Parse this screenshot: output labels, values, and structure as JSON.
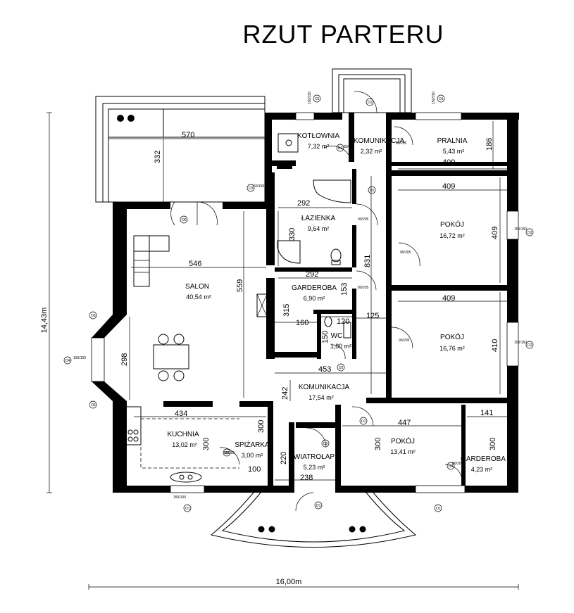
{
  "title": "RZUT PARTERU",
  "overall": {
    "width": "16,00m",
    "height": "14,43m"
  },
  "rooms": [
    {
      "id": "kotlownia",
      "name": "KOTŁOWNIA",
      "area": "7,32 m²"
    },
    {
      "id": "komunikacja1",
      "name": "KOMUNIKACJA",
      "area": "2,32 m²"
    },
    {
      "id": "pralnia",
      "name": "PRALNIA",
      "area": "5,43 m²"
    },
    {
      "id": "lazienka",
      "name": "ŁAZIENKA",
      "area": "9,64 m²"
    },
    {
      "id": "pokoj1",
      "name": "POKÓJ",
      "area": "16,72 m²"
    },
    {
      "id": "salon",
      "name": "SALON",
      "area": "40,54 m²"
    },
    {
      "id": "garderoba1",
      "name": "GARDEROBA",
      "area": "6,90 m²"
    },
    {
      "id": "wc",
      "name": "WC",
      "area": "1,80 m²"
    },
    {
      "id": "pokoj2",
      "name": "POKÓJ",
      "area": "16,76 m²"
    },
    {
      "id": "komunikacja2",
      "name": "KOMUNIKACJA",
      "area": "17,54 m²"
    },
    {
      "id": "kuchnia",
      "name": "KUCHNIA",
      "area": "13,02 m²"
    },
    {
      "id": "spizarka",
      "name": "SPIŻARKA",
      "area": "3,00 m²"
    },
    {
      "id": "wiatrolap",
      "name": "WIATROŁAP",
      "area": "5,23 m²"
    },
    {
      "id": "pokoj3",
      "name": "POKÓJ",
      "area": "13,41 m²"
    },
    {
      "id": "garderoba2",
      "name": "GARDEROBA",
      "area": "4,23 m²"
    }
  ],
  "dimensions": {
    "terrace_w": "570",
    "terrace_h": "332",
    "lazienka_w": "292",
    "lazienka_h": "330",
    "salon_w": "546",
    "salon_h": "559",
    "salon_bay": "298",
    "garderoba_w": "292",
    "garderoba_h": "153",
    "garderoba_h2": "315",
    "wc_w1": "160",
    "wc_w2": "120",
    "wc_h": "150",
    "corridor_w": "125",
    "corridor_h": "831",
    "corridor2_w": "453",
    "corridor2_h": "242",
    "pralnia_w": "409",
    "pralnia_h": "186",
    "pokoj1_w": "409",
    "pokoj1_h": "409",
    "pokoj2_w": "409",
    "pokoj2_h": "410",
    "kuchnia_w": "434",
    "kuchnia_h": "300",
    "spizarka_h": "300",
    "spizarka_w": "100",
    "wiatrolap_h": "220",
    "wiatrolap_w": "238",
    "pokoj3_w": "447",
    "pokoj3_h": "300",
    "garderoba2_w": "141",
    "garderoba2_h": "300"
  },
  "window_tags": [
    "O1",
    "O2",
    "O3",
    "O4",
    "O5",
    "O6"
  ],
  "door_tags": [
    "D1",
    "D2",
    "D3"
  ],
  "opening_sizes": [
    "150/150",
    "60/150",
    "90/205",
    "80/205",
    "80/210",
    "100/205",
    "150/100"
  ]
}
